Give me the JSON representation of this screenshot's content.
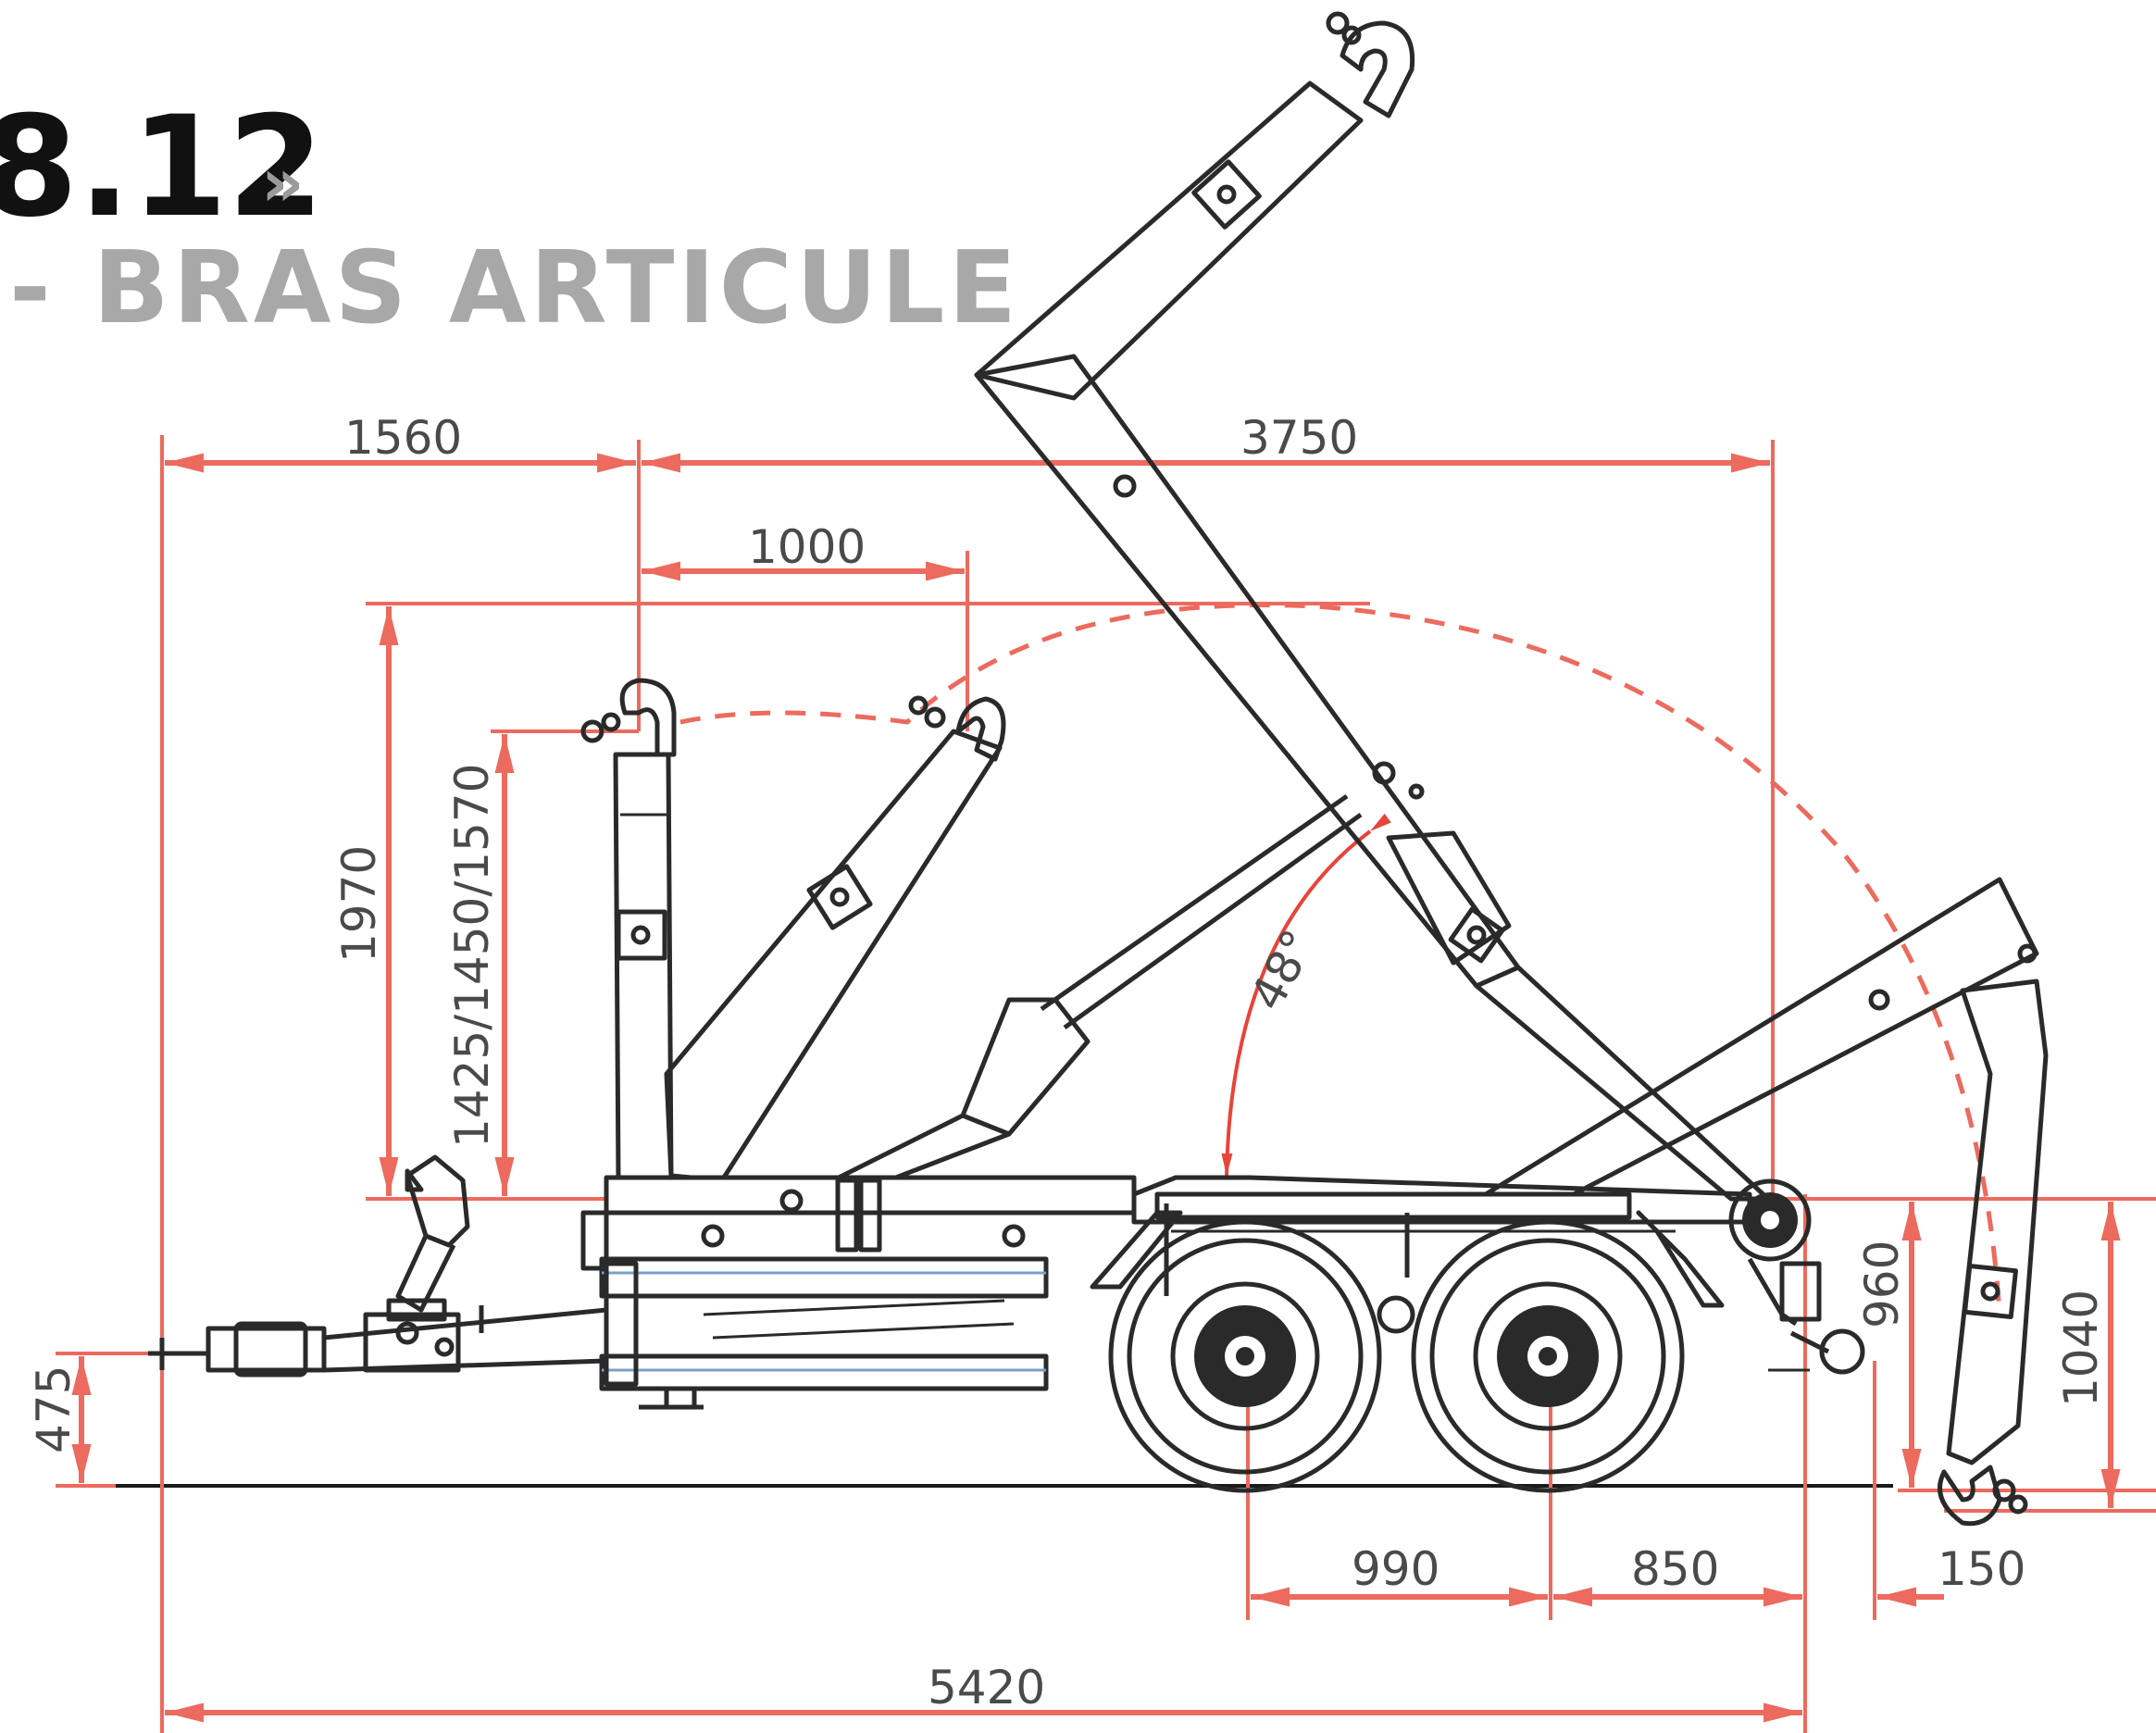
{
  "title": {
    "line1": "8.12",
    "line1_suffix": "»",
    "line2": "- BRAS ARTICULE"
  },
  "dimensions": {
    "d1560": "1560",
    "d3750": "3750",
    "d1000": "1000",
    "d1970": "1970",
    "d1425": "1425/1450/1570",
    "d475": "475",
    "d990": "990",
    "d850": "850",
    "d150": "150",
    "d960": "960",
    "d1040": "1040",
    "d5420": "5420",
    "angle": "48°"
  },
  "colors": {
    "dimension": "#ec6a5e",
    "outline": "#2a2a2a",
    "title_dark": "#111111",
    "title_grey": "#a8a8a8"
  }
}
